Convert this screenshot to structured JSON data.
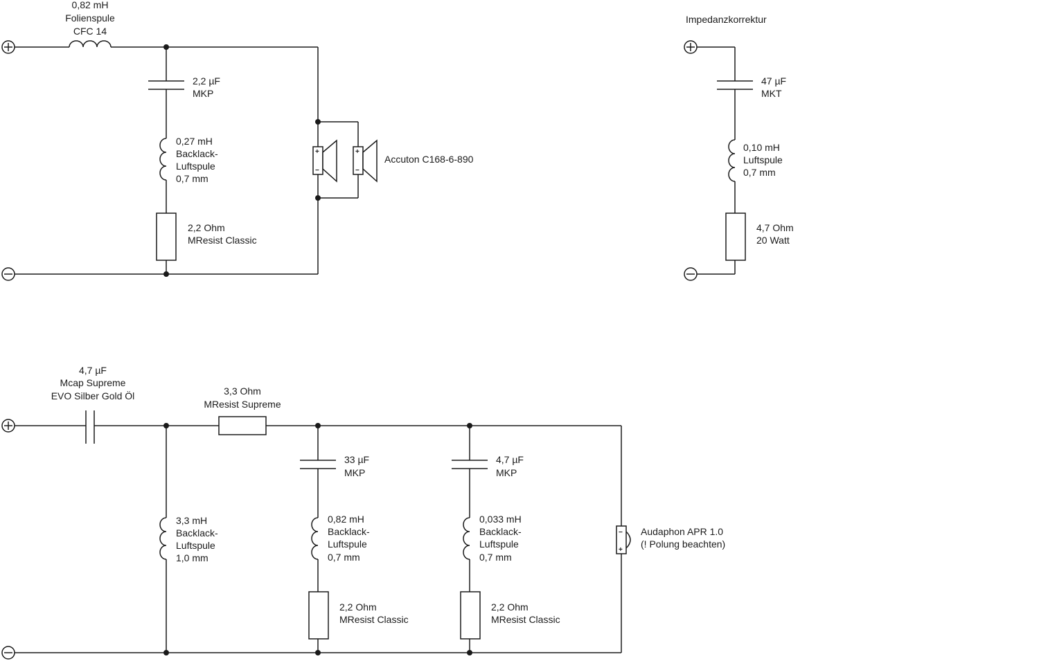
{
  "top_left": {
    "l1": [
      "0,82 mH",
      "Folienspule",
      "CFC 14"
    ],
    "c1": [
      "2,2 µF",
      "MKP"
    ],
    "l2": [
      "0,27 mH",
      "Backlack-",
      "Luftspule",
      "0,7 mm"
    ],
    "r1": [
      "2,2 Ohm",
      "MResist Classic"
    ],
    "speaker": "Accuton C168-6-890"
  },
  "top_right": {
    "title": "Impedanzkorrektur",
    "c1": [
      "47 µF",
      "MKT"
    ],
    "l1": [
      "0,10 mH",
      "Luftspule",
      "0,7 mm"
    ],
    "r1": [
      "4,7 Ohm",
      "20 Watt"
    ]
  },
  "bottom": {
    "c1": [
      "4,7 µF",
      "Mcap Supreme",
      "EVO Silber Gold Öl"
    ],
    "r1": [
      "3,3 Ohm",
      "MResist Supreme"
    ],
    "l1": [
      "3,3 mH",
      "Backlack-",
      "Luftspule",
      "1,0 mm"
    ],
    "c2": [
      "33 µF",
      "MKP"
    ],
    "l2": [
      "0,82 mH",
      "Backlack-",
      "Luftspule",
      "0,7 mm"
    ],
    "r2": [
      "2,2 Ohm",
      "MResist Classic"
    ],
    "c3": [
      "4,7 µF",
      "MKP"
    ],
    "l3": [
      "0,033 mH",
      "Backlack-",
      "Luftspule",
      "0,7 mm"
    ],
    "r3": [
      "2,2 Ohm",
      "MResist Classic"
    ],
    "tweeter": [
      "Audaphon APR 1.0",
      "(! Polung beachten)"
    ]
  },
  "symbols": {
    "plus": "+",
    "minus": "−"
  }
}
